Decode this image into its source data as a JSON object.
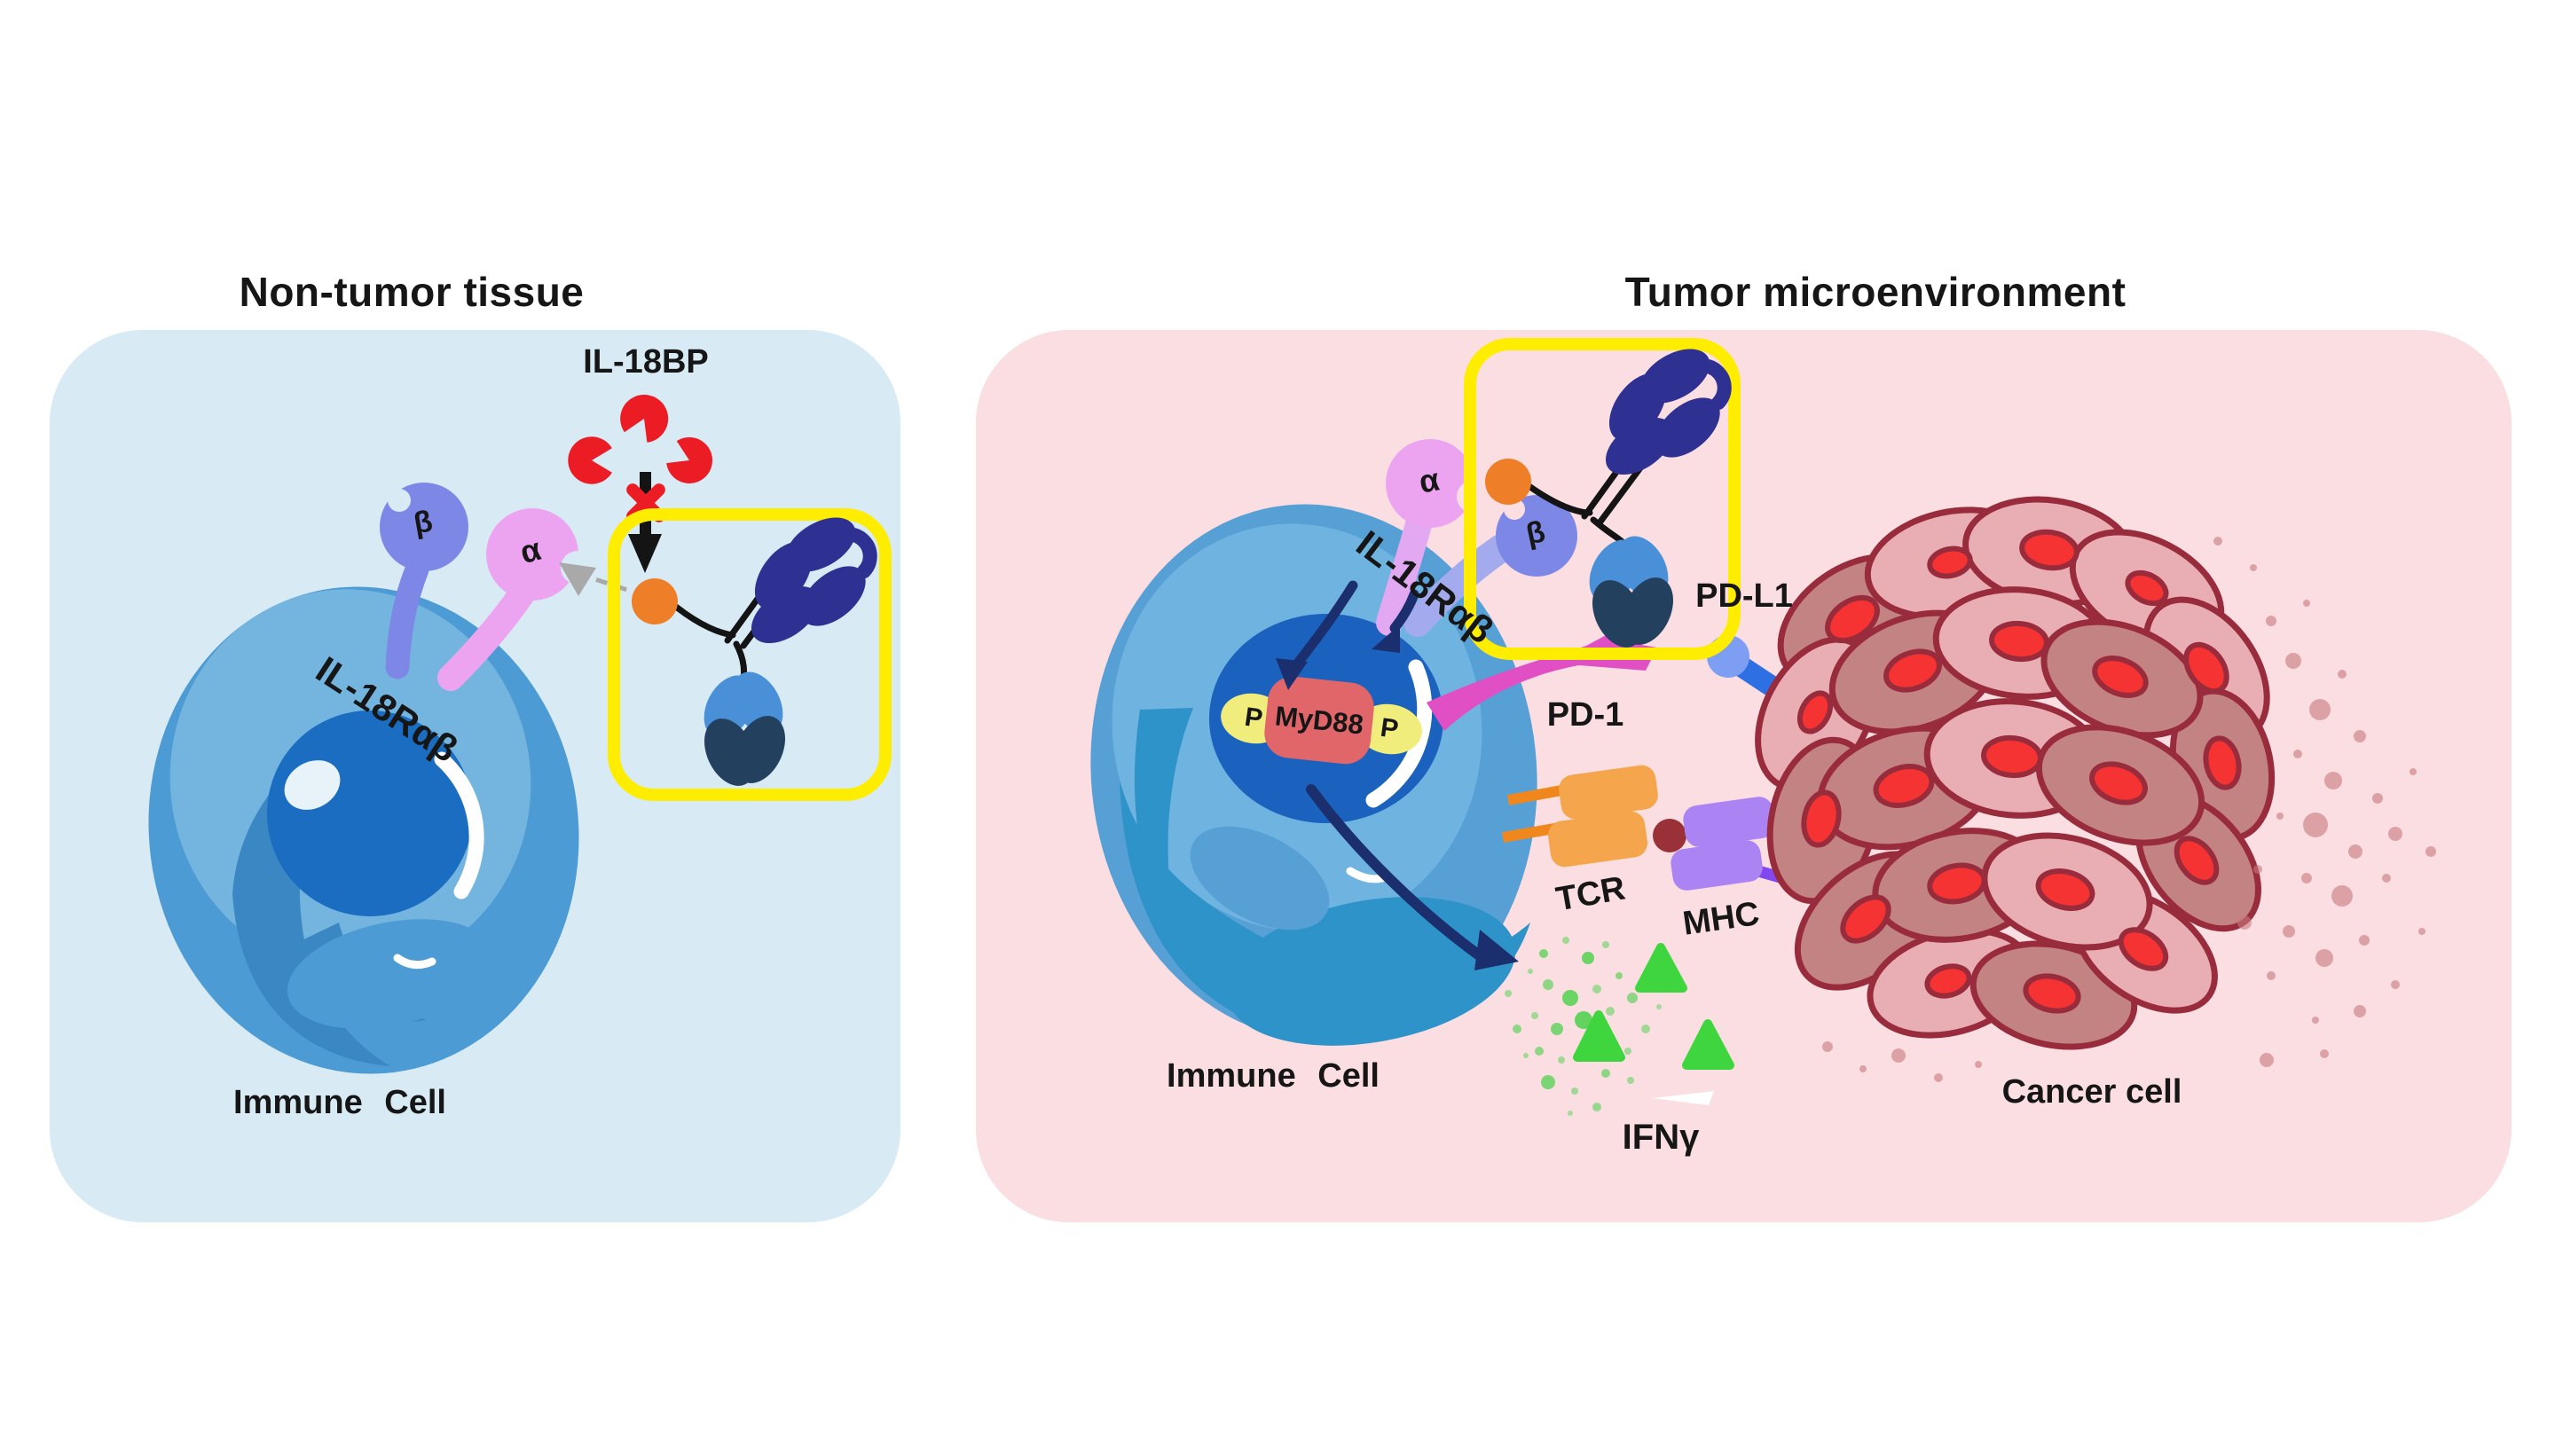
{
  "figure": {
    "left_panel": {
      "title": "Non-tumor tissue",
      "il18bp_label": "IL-18BP",
      "receptor_label": "IL-18Rαβ",
      "alpha_label": "α",
      "beta_label": "β",
      "immune_cell_label": "Immune Cell"
    },
    "right_panel": {
      "title": "Tumor microenvironment",
      "receptor_label": "IL-18Rαβ",
      "alpha_label": "α",
      "beta_label": "β",
      "myd88_label": "MyD88",
      "phospho_label": "P",
      "pd1_label": "PD-1",
      "pdl1_label": "PD-L1",
      "tcr_label": "TCR",
      "mhc_label": "MHC",
      "ifng_label": "IFNγ",
      "immune_cell_label": "Immune Cell",
      "cancer_cell_label": "Cancer cell"
    },
    "colors": {
      "left_panel_bg": "#d8ebf5",
      "right_panel_bg": "#fbdee2",
      "highlight_box_yellow": "#ffed00",
      "il18bp_red": "#ec1c24",
      "il18_orange": "#ee7f28",
      "antibody_navy": "#2e3192",
      "antibody_light_blue": "#4a90d8",
      "antibody_dark_slate": "#24405f",
      "receptor_alpha_pink": "#eda4f0",
      "receptor_beta_periwinkle": "#7d88e6",
      "pd1_magenta": "#e14fc4",
      "pdl1_blue": "#2f6fe4",
      "tcr_orange": "#f5a54b",
      "mhc_purple": "#ab83f3",
      "ifng_green": "#3fd53f",
      "myd88_salmon": "#e0666a",
      "phospho_yellow": "#f1ed7c",
      "immune_cell_blue": "#4d9bd4",
      "nucleus_blue": "#1a6dc0",
      "cancer_cell_dark": "#c48383",
      "cancer_cell_light": "#e9aeb4",
      "cancer_nucleus_red": "#f43332",
      "cancer_outline": "#992c3c",
      "signal_arrow_navy": "#1b2f6e"
    }
  }
}
